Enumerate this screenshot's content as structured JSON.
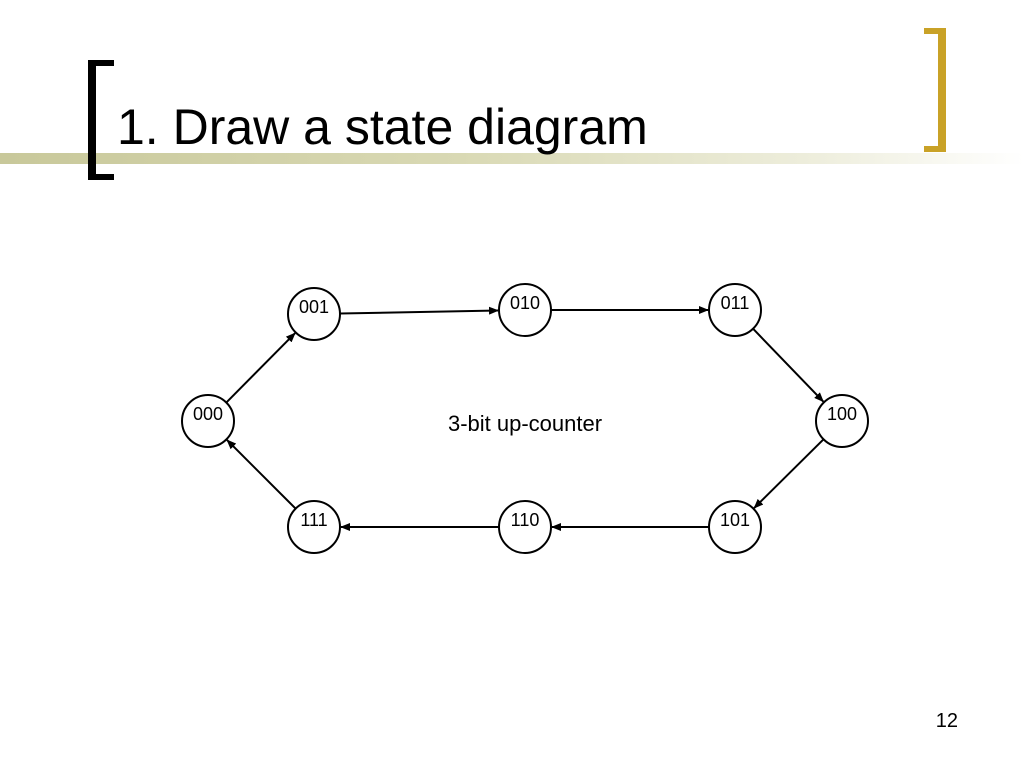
{
  "slide": {
    "title": "1. Draw a state diagram",
    "page_number": "12"
  },
  "diagram": {
    "center_label": "3-bit up-counter",
    "states": [
      "000",
      "001",
      "010",
      "011",
      "100",
      "101",
      "110",
      "111"
    ],
    "transitions": [
      [
        "000",
        "001"
      ],
      [
        "001",
        "010"
      ],
      [
        "010",
        "011"
      ],
      [
        "011",
        "100"
      ],
      [
        "100",
        "101"
      ],
      [
        "101",
        "110"
      ],
      [
        "110",
        "111"
      ],
      [
        "111",
        "000"
      ]
    ]
  },
  "colors": {
    "accent_bracket": "#c9a227",
    "title_bar": "#c8c89a"
  }
}
